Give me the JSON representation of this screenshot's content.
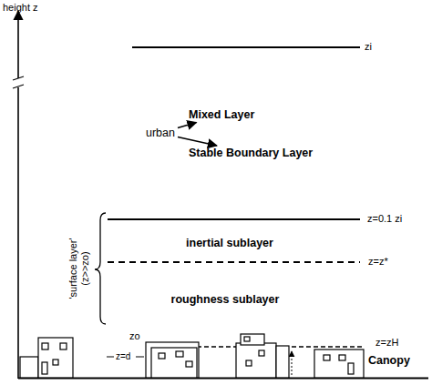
{
  "diagram": {
    "nodes": [
      {
        "text": [
          "urban"
        ]
      },
      {
        "text": [
          "Mixed Layer"
        ]
      },
      {
        "text": [
          "Stable Boundary Layer"
        ]
      }
    ],
    "edges": [
      {
        "from": 0,
        "to": 1,
        "arrow": "to"
      },
      {
        "from": 0,
        "to": 2,
        "arrow": "to"
      }
    ],
    "labels": [
      "height z",
      "zi",
      "z=0.1 zi",
      "inertial sublayer",
      "z=z*",
      "roughness sublayer",
      "'surface layer'",
      "(z>>zo)",
      "zo",
      "z=d",
      "z=zH",
      "Canopy"
    ]
  }
}
